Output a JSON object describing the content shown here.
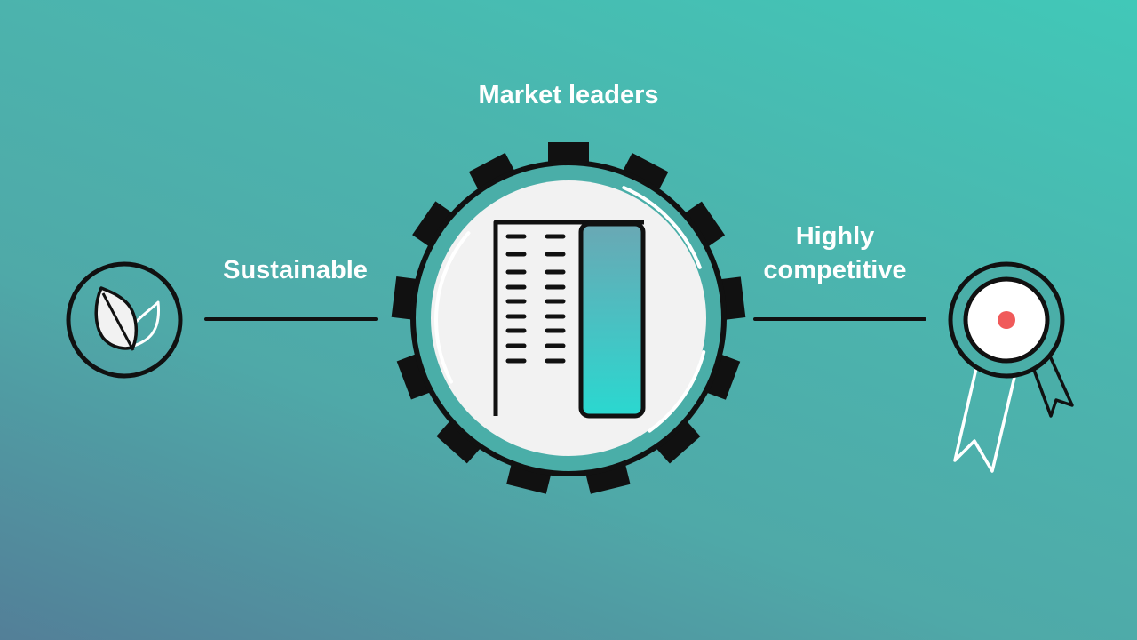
{
  "center": {
    "title": "Market leaders",
    "icon": "gear-bar-chart-icon"
  },
  "left": {
    "label": "Sustainable",
    "icon": "leaves-icon"
  },
  "right": {
    "label_line1": "Highly",
    "label_line2": "competitive",
    "icon": "award-rosette-icon"
  },
  "colors": {
    "accent_teal": "#2fd6cc",
    "outline": "#111111",
    "badge_dot": "#f05a5a",
    "light_fill": "#f2f2f2"
  }
}
